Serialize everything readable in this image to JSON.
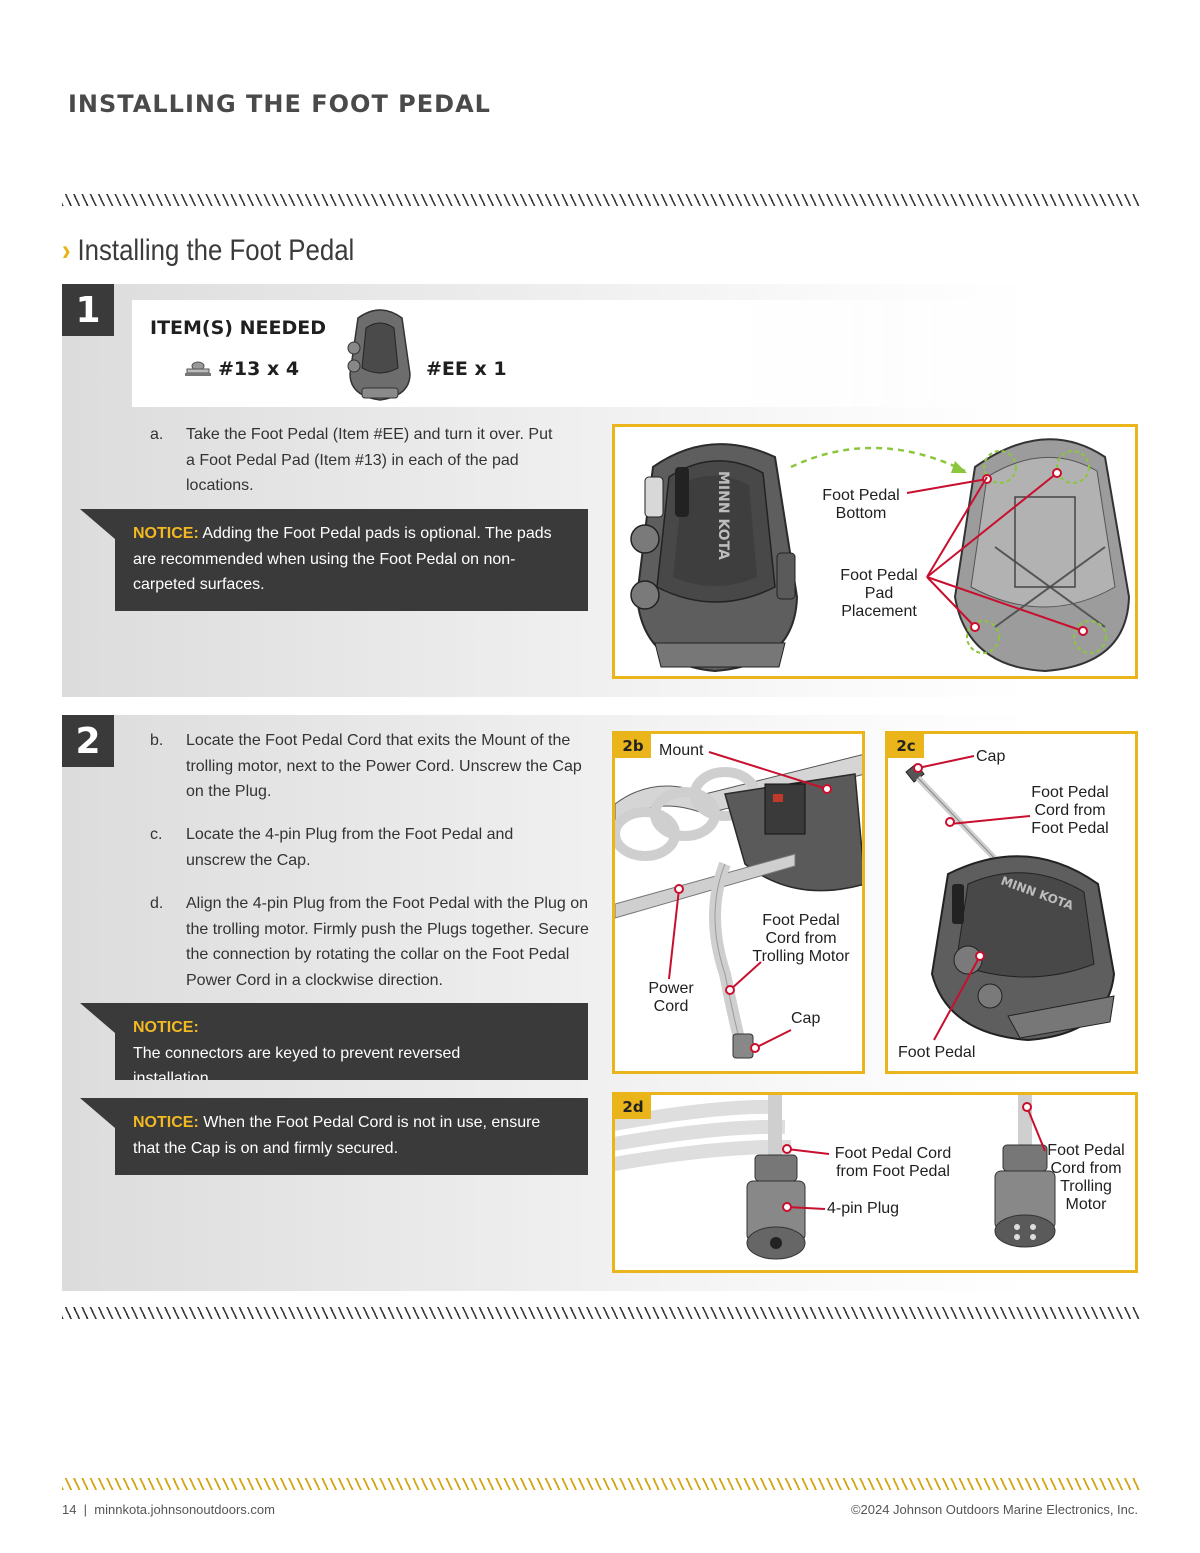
{
  "page_header": "INSTALLING THE FOOT PEDAL",
  "section_title": "Installing the Foot Pedal",
  "step1": {
    "number": "1",
    "items_title": "ITEM(S) NEEDED",
    "item_pad": "#13 x 4",
    "item_pedal": "#EE x 1",
    "instruction_a_letter": "a.",
    "instruction_a": "Take the Foot Pedal (Item #EE) and turn it over. Put a Foot Pedal Pad (Item #13) in each of the pad locations.",
    "notice_keyword": "NOTICE:",
    "notice_text": "Adding the Foot Pedal pads is optional. The pads are recommended when using the Foot Pedal on non-carpeted surfaces.",
    "figure": {
      "label_bottom_line1": "Foot Pedal",
      "label_bottom_line2": "Bottom",
      "label_pad_line1": "Foot Pedal",
      "label_pad_line2": "Pad",
      "label_pad_line3": "Placement",
      "brand_mark": "MINN KOTA"
    }
  },
  "step2": {
    "number": "2",
    "instruction_b_letter": "b.",
    "instruction_b": "Locate the Foot Pedal Cord that exits the Mount of the trolling motor, next to the Power Cord. Unscrew the Cap on the Plug.",
    "instruction_c_letter": "c.",
    "instruction_c": "Locate the 4-pin Plug from the Foot Pedal and unscrew the Cap.",
    "instruction_d_letter": "d.",
    "instruction_d": "Align the 4-pin Plug from the Foot Pedal with the Plug on the trolling motor. Firmly push the Plugs together. Secure the connection by rotating the collar on the Foot Pedal Power Cord in a clockwise direction.",
    "notice1_keyword": "NOTICE:",
    "notice1_text": "The connectors are keyed to prevent reversed installation.",
    "notice2_keyword": "NOTICE:",
    "notice2_text": "When the Foot Pedal Cord is not in use, ensure that the Cap is on and firmly secured.",
    "fig2b": {
      "tag": "2b",
      "mount": "Mount",
      "cord_line1": "Foot Pedal",
      "cord_line2": "Cord from",
      "cord_line3": "Trolling Motor",
      "power_line1": "Power",
      "power_line2": "Cord",
      "cap": "Cap"
    },
    "fig2c": {
      "tag": "2c",
      "cap": "Cap",
      "cord_line1": "Foot Pedal",
      "cord_line2": "Cord from",
      "cord_line3": "Foot Pedal",
      "pedal": "Foot Pedal"
    },
    "fig2d": {
      "tag": "2d",
      "cord_fp_line1": "Foot Pedal Cord",
      "cord_fp_line2": "from Foot Pedal",
      "plug": "4-pin Plug",
      "cord_tm_line1": "Foot Pedal",
      "cord_tm_line2": "Cord from",
      "cord_tm_line3": "Trolling",
      "cord_tm_line4": "Motor"
    }
  },
  "footer": {
    "left": "14  |  minnkota.johnsonoutdoors.com",
    "right": "©2024 Johnson Outdoors Marine Electronics, Inc."
  },
  "colors": {
    "accent_gold": "#e9b51a",
    "notice_bg": "#3a3a3a",
    "notice_keyword": "#f2b923",
    "callout_red": "#c8102e",
    "pad_green": "#8cc63f"
  },
  "icons": [
    "chevron-right-icon",
    "foot-pedal-pad-icon",
    "foot-pedal-icon"
  ]
}
